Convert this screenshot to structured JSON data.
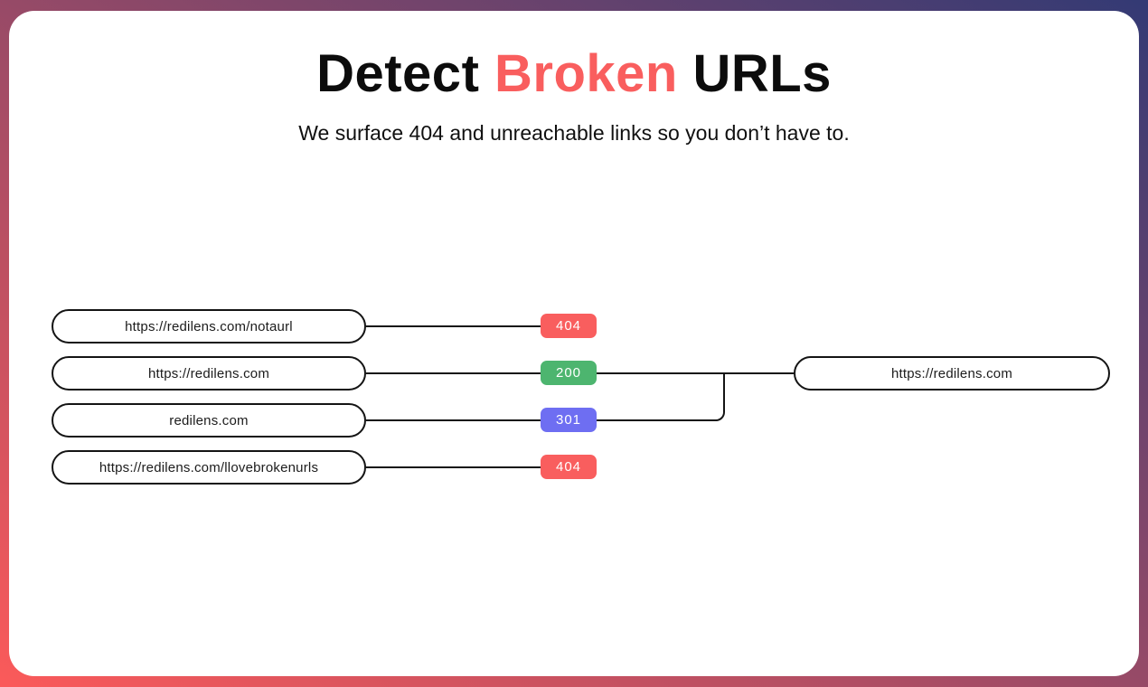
{
  "header": {
    "title_prefix": "Detect ",
    "title_highlight": "Broken",
    "title_suffix": " URLs",
    "subtitle": "We surface 404 and unreachable links so you don’t have to."
  },
  "diagram": {
    "sources": [
      {
        "url": "https://redilens.com/notaurl",
        "status": "404",
        "status_color": "#f95e5e"
      },
      {
        "url": "https://redilens.com",
        "status": "200",
        "status_color": "#4db56f"
      },
      {
        "url": "redilens.com",
        "status": "301",
        "status_color": "#6e6ef2"
      },
      {
        "url": "https://redilens.com/llovebrokenurls",
        "status": "404",
        "status_color": "#f95e5e"
      }
    ],
    "target": {
      "url": "https://redilens.com"
    }
  },
  "colors": {
    "background_gradient_start": "#fb5a5a",
    "background_gradient_end": "#333a74",
    "card_background": "#ffffff",
    "title_highlight": "#f95e5e",
    "connector_line": "#141414",
    "status_404": "#f95e5e",
    "status_200": "#4db56f",
    "status_301": "#6e6ef2"
  }
}
